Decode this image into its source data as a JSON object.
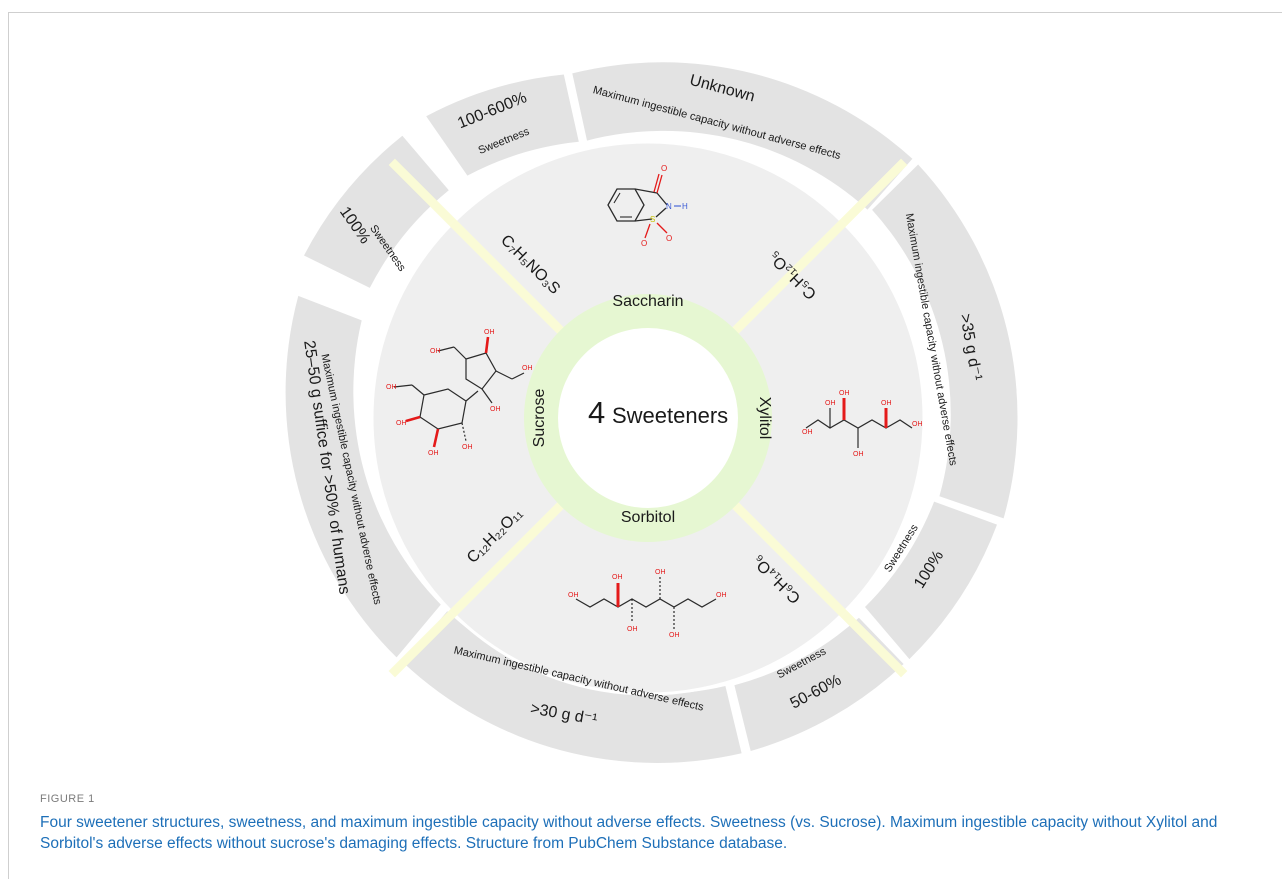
{
  "colors": {
    "outer_segment": "#e3e3e3",
    "middle_ring": "#efefef",
    "inner_ring": "#e6f7d2",
    "center": "#ffffff",
    "divider": "#ffffff",
    "yellow_divider": "#fafbd6",
    "caption": "#1d6fb8",
    "bond_black": "#2b2b2b",
    "oxygen_red": "#e41a1a",
    "nitrogen_blue": "#3b5bd6",
    "sulfur_yellow": "#c9c400"
  },
  "center": {
    "number": "4",
    "label": "Sweeteners"
  },
  "inner_names": {
    "saccharin": "Saccharin",
    "xylitol": "Xylitol",
    "sorbitol": "Sorbitol",
    "sucrose": "Sucrose"
  },
  "formulas": {
    "saccharin": "C₇H₅NO₃S",
    "xylitol": "C₅H₁₂O₅",
    "sorbitol": "C₆H₁₄O₆",
    "sucrose": "C₁₂H₂₂O₁₁"
  },
  "outer_segments": {
    "saccharin_capacity": {
      "heading": "Maximum ingestible capacity without adverse effects",
      "value": "Unknown"
    },
    "saccharin_sweetness": {
      "heading": "Sweetness",
      "value": "100-600%"
    },
    "xylitol_capacity": {
      "heading": "Maximum ingestible capacity without adverse effects",
      "value": ">35 g d⁻¹"
    },
    "xylitol_sweetness": {
      "heading": "Sweetness",
      "value": "100%"
    },
    "sorbitol_sweetness": {
      "heading": "Sweetness",
      "value": "50-60%"
    },
    "sorbitol_capacity": {
      "heading": "Maximum ingestible capacity without adverse effects",
      "value": ">30 g d⁻¹"
    },
    "sucrose_capacity": {
      "heading": "Maximum ingestible capacity without adverse effects",
      "value": "25–50 g suffice for >50% of humans"
    },
    "sucrose_sweetness": {
      "heading": "Sweetness",
      "value": "100%"
    }
  },
  "atoms": {
    "oxygen": "O",
    "nitrogen": "N",
    "sulfur": "S",
    "hydroxyl": "OH",
    "hydrogen": "H"
  },
  "figure": {
    "label": "FIGURE 1",
    "caption": "Four sweetener structures, sweetness, and maximum ingestible capacity without adverse effects. Sweetness (vs. Sucrose). Maximum ingestible capacity without Xylitol and Sorbitol's adverse effects without sucrose's damaging effects. Structure from PubChem Substance database."
  }
}
